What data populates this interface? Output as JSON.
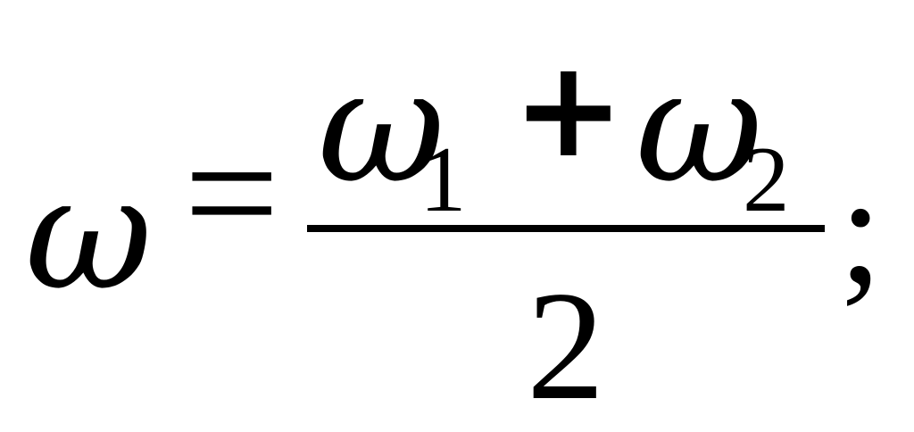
{
  "formula": {
    "lhs": "ω",
    "equals": "=",
    "numerator": {
      "term1": "ω",
      "subscript1": "1",
      "operator": "+",
      "term2": "ω",
      "subscript2": "2"
    },
    "denominator": "2",
    "terminator": ";"
  },
  "colors": {
    "text": "#000000",
    "background": "#ffffff"
  }
}
